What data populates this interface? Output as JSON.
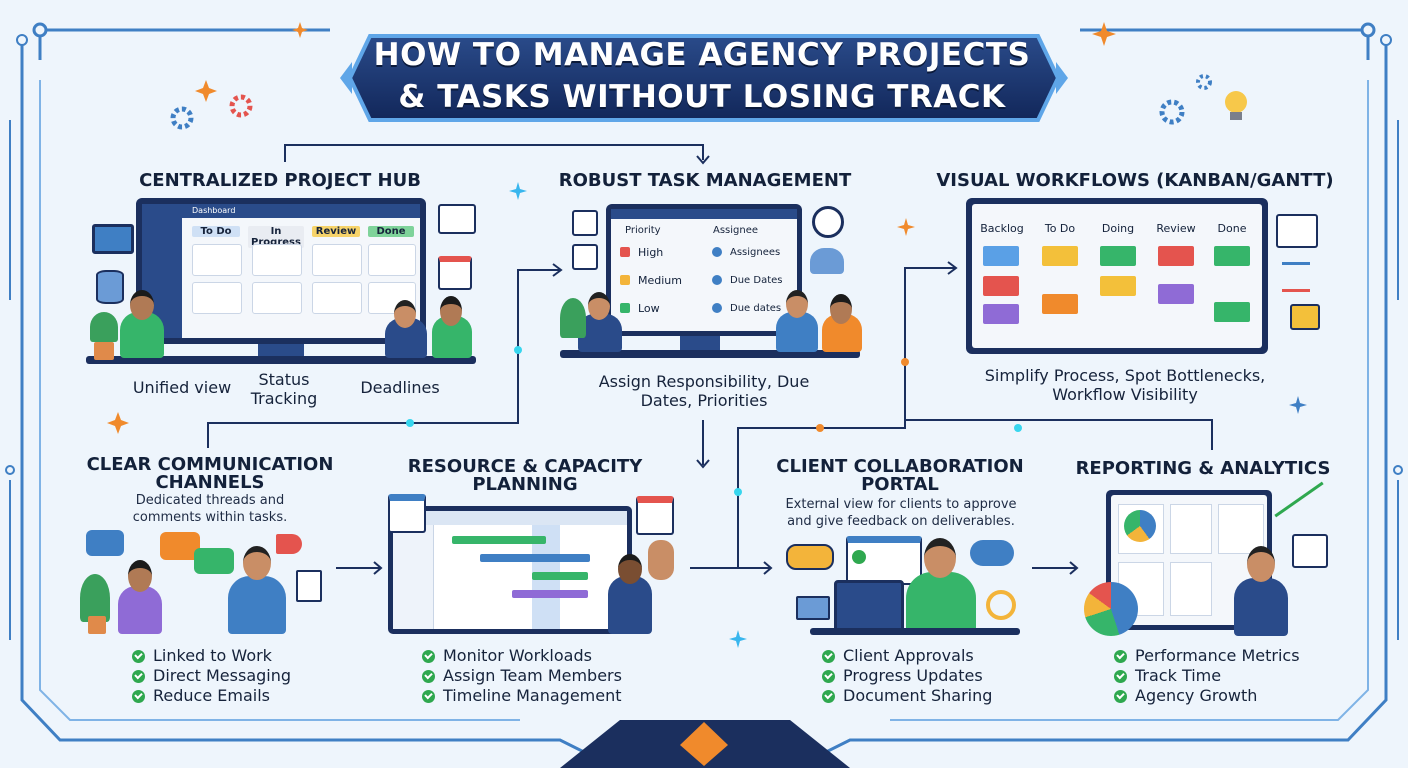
{
  "title": {
    "line1": "HOW TO MANAGE AGENCY PROJECTS",
    "line2": "& TASKS WITHOUT LOSING TRACK"
  },
  "hub": {
    "title": "CENTRALIZED PROJECT HUB",
    "window_title": "Dashboard",
    "columns": [
      "To Do",
      "In Progress",
      "Review",
      "Done"
    ],
    "captions": [
      "Unified view",
      "Status Tracking",
      "Deadlines"
    ]
  },
  "tasks": {
    "title": "ROBUST TASK MANAGEMENT",
    "header_priority": "Priority",
    "header_assignee": "Assignee",
    "rows": [
      {
        "priority": "High",
        "assignee": "Assignees",
        "color": "#e4544e"
      },
      {
        "priority": "Medium",
        "assignee": "Due Dates",
        "color": "#f3b43a"
      },
      {
        "priority": "Low",
        "assignee": "Due dates",
        "color": "#36b56a"
      }
    ],
    "caption": "Assign Responsibility, Due Dates, Priorities"
  },
  "workflows": {
    "title": "VISUAL WORKFLOWS (KANBAN/GANTT)",
    "columns": [
      "Backlog",
      "To Do",
      "Doing",
      "Review",
      "Done"
    ],
    "caption": "Simplify Process, Spot Bottlenecks, Workflow Visibility"
  },
  "communication": {
    "title_line1": "CLEAR COMMUNICATION",
    "title_line2": "CHANNELS",
    "desc": "Dedicated threads and comments within tasks.",
    "items": [
      "Linked to Work",
      "Direct Messaging",
      "Reduce Emails"
    ]
  },
  "resources": {
    "title_line1": "RESOURCE & CAPACITY",
    "title_line2": "PLANNING",
    "items": [
      "Monitor Workloads",
      "Assign Team Members",
      "Timeline Management"
    ]
  },
  "portal": {
    "title_line1": "CLIENT COLLABORATION",
    "title_line2": "PORTAL",
    "desc": "External view for clients to approve and give feedback on deliverables.",
    "items": [
      "Client Approvals",
      "Progress Updates",
      "Document Sharing"
    ]
  },
  "reporting": {
    "title": "REPORTING & ANALYTICS",
    "items": [
      "Performance Metrics",
      "Track Time",
      "Agency Growth"
    ]
  },
  "colors": {
    "navy": "#1b2f5e",
    "frame": "#3f7fc4",
    "accent_cyan": "#38d6ee",
    "accent_orange": "#f08a2c",
    "check_green": "#2fa84f"
  }
}
